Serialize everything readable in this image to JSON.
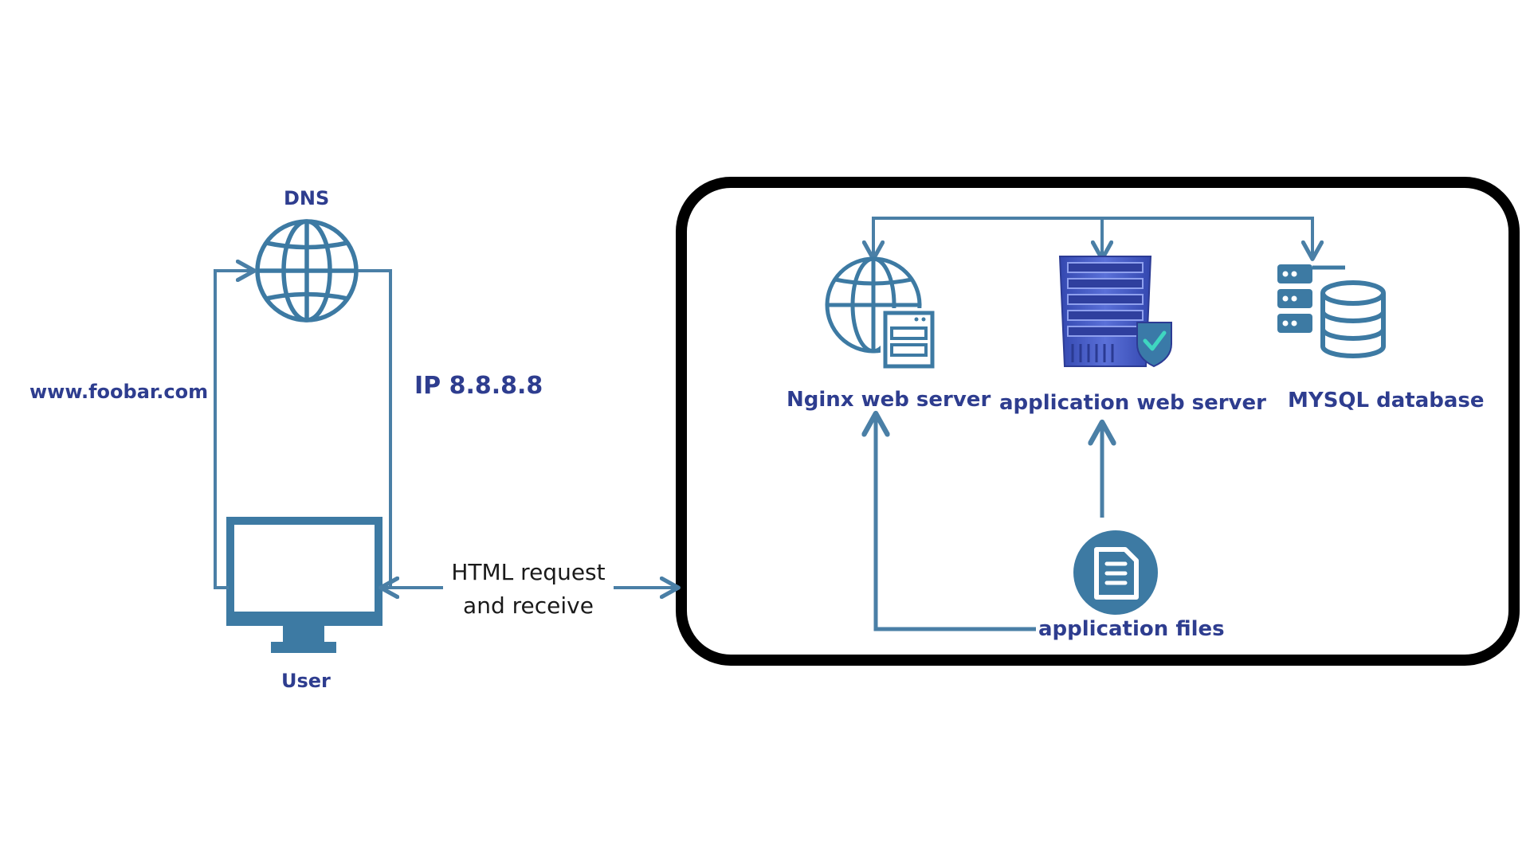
{
  "labels": {
    "dns": "DNS",
    "domain": "www.foobar.com",
    "ip": "IP 8.8.8.8",
    "user": "User",
    "request_line1": "HTML request",
    "request_line2": "and receive",
    "nginx": "Nginx web server",
    "app_server": "application web server",
    "mysql": "MYSQL database",
    "app_files": "application files"
  },
  "icons": {
    "dns": "globe-icon",
    "user": "monitor-icon",
    "nginx": "globe-server-icon",
    "app_server": "server-rack-shield-icon",
    "mysql": "database-icon",
    "app_files": "document-icon"
  },
  "colors": {
    "line": "#4a7fa6",
    "icon": "#3d7aa3",
    "label": "#2e3d8f",
    "frame": "#000000",
    "rack": "#4359c4"
  }
}
